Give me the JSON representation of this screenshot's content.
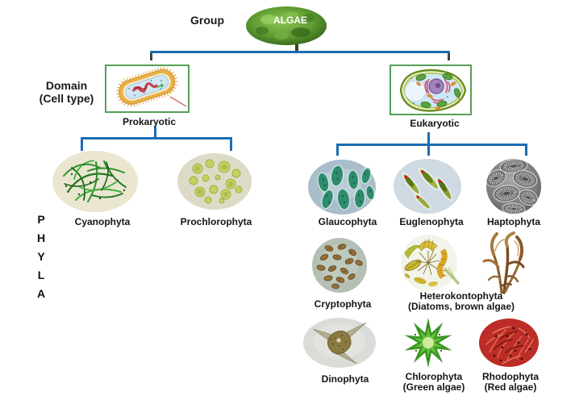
{
  "labels": {
    "group": "Group",
    "domain_line1": "Domain",
    "domain_line2": "(Cell type)",
    "phyla_letters": [
      "P",
      "H",
      "Y",
      "L",
      "A"
    ]
  },
  "root": {
    "label": "ALGAE"
  },
  "domains": {
    "prokaryotic": {
      "label": "Prokaryotic"
    },
    "eukaryotic": {
      "label": "Eukaryotic"
    }
  },
  "phyla": {
    "prokaryotic": [
      {
        "label": "Cyanophyta"
      },
      {
        "label": "Prochlorophyta"
      }
    ],
    "eukaryotic_row1": [
      {
        "label": "Glaucophyta"
      },
      {
        "label": "Euglenophyta"
      },
      {
        "label": "Haptophyta"
      }
    ],
    "eukaryotic_row2": [
      {
        "label": "Cryptophyta"
      },
      {
        "label": "Heterokontophyta",
        "sublabel": "(Diatoms, brown algae)"
      }
    ],
    "eukaryotic_row3": [
      {
        "label": "Dinophyta"
      },
      {
        "label": "Chlorophyta",
        "sublabel": "(Green algae)"
      },
      {
        "label": "Rhodophyta",
        "sublabel": "(Red algae)"
      }
    ]
  },
  "colors": {
    "connector_blue": "#1a6cb3",
    "stub_dark_green": "#2e4d1c",
    "box_border_green": "#55a055"
  }
}
